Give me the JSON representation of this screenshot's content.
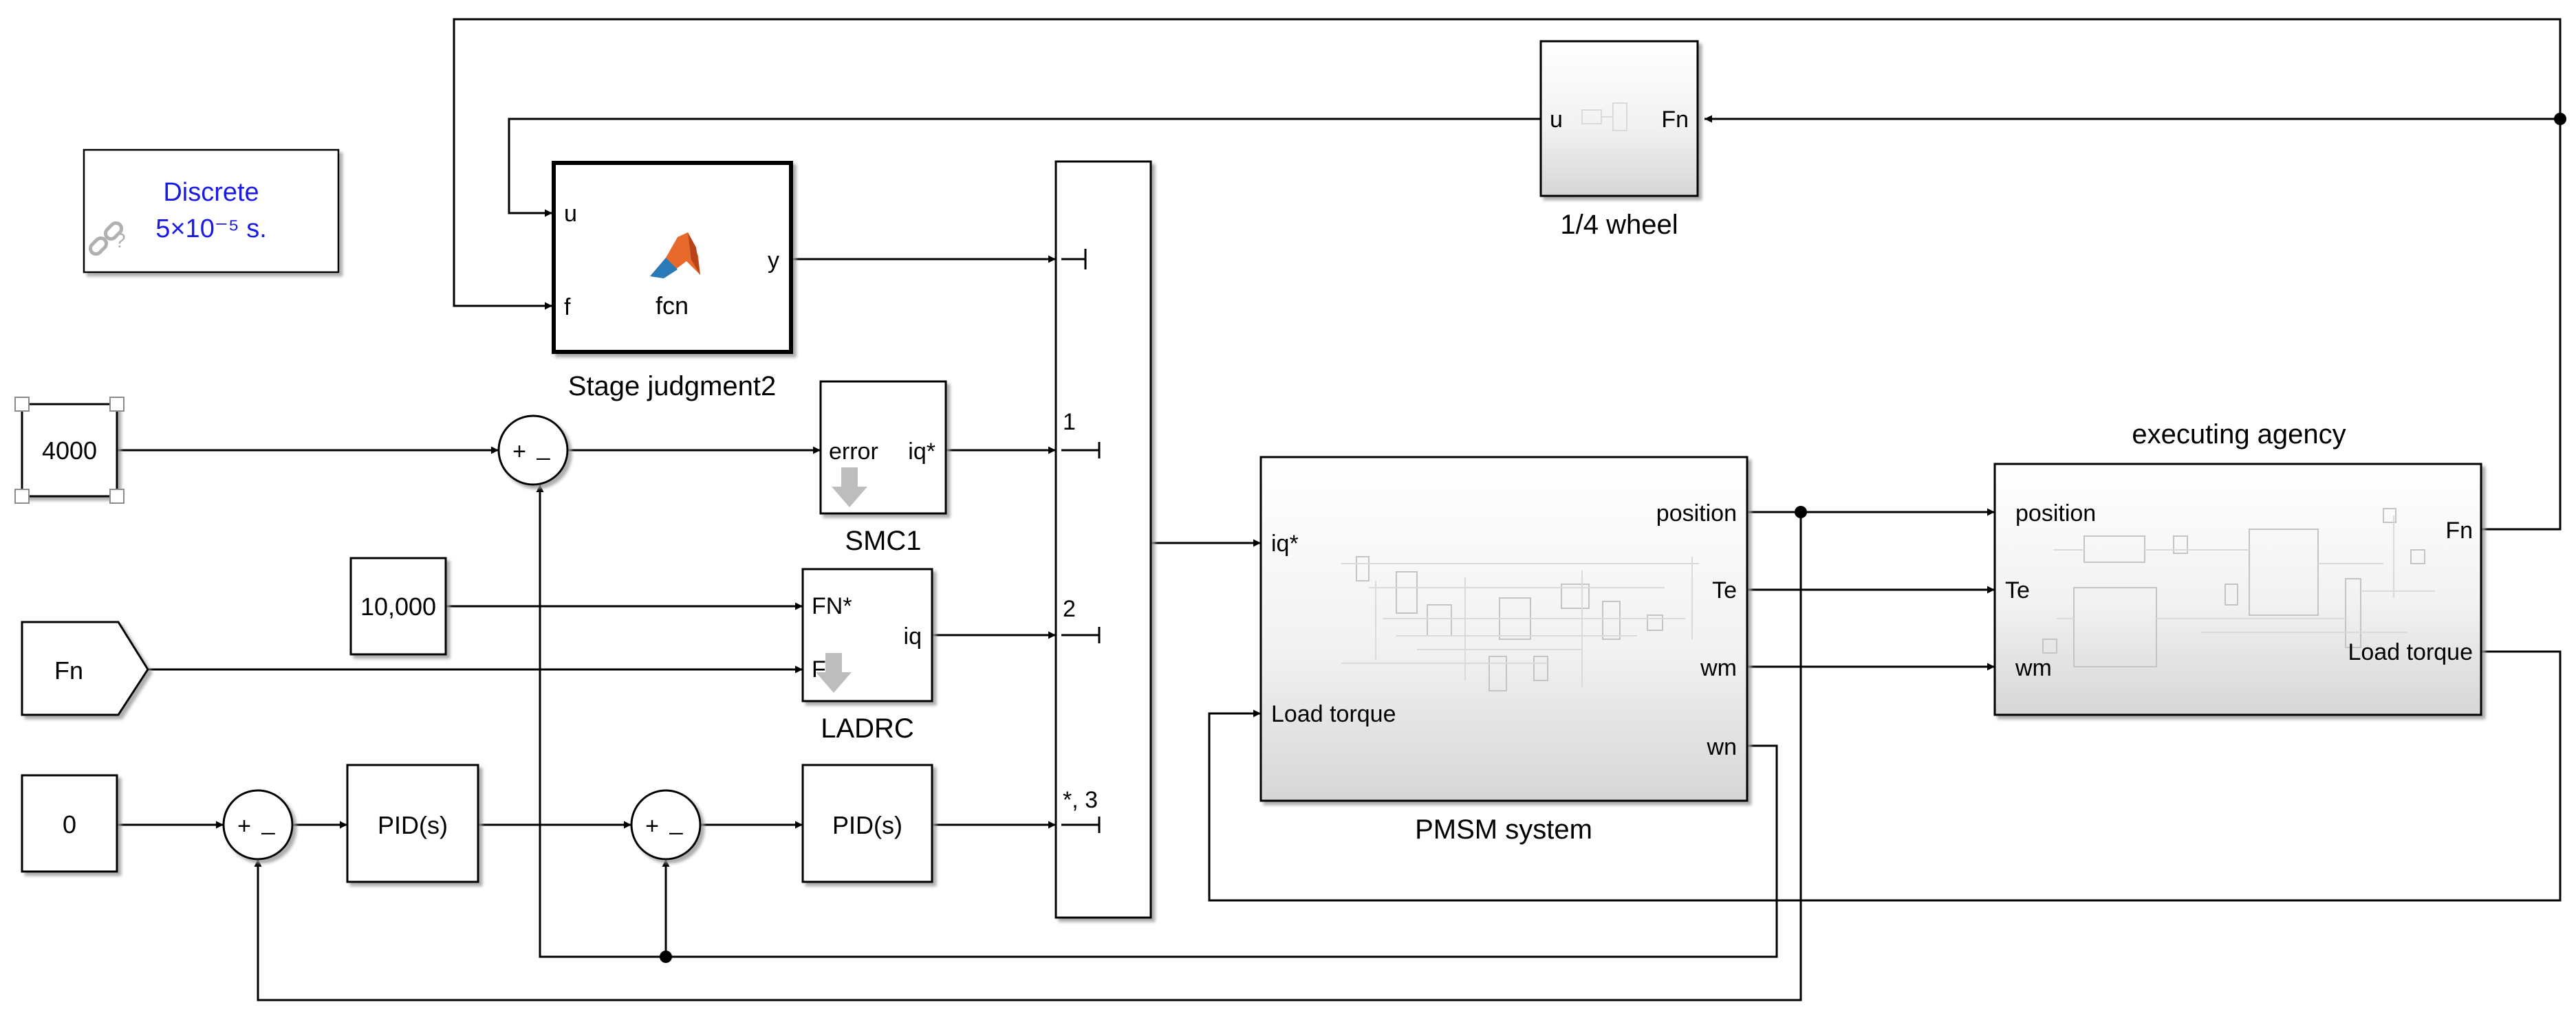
{
  "solver": {
    "line1": "Discrete",
    "line2": "5×10⁻⁵ s."
  },
  "constants": {
    "c1": "4000",
    "c2": "10,000",
    "c3": "0"
  },
  "goto_tag": "Fn",
  "stage_block": {
    "in1": "u",
    "in2": "f",
    "out": "y",
    "function": "fcn",
    "caption": "Stage judgment2"
  },
  "wheel_block": {
    "in": "u",
    "out": "Fn",
    "caption": "1/4 wheel"
  },
  "smc_block": {
    "in": "error",
    "out": "iq*",
    "caption": "SMC1"
  },
  "ladrc_block": {
    "in1": "FN*",
    "in2": "FN",
    "out": "iq",
    "caption": "LADRC"
  },
  "pid1": "PID(s)",
  "pid2": "PID(s)",
  "switch_labels": {
    "p1": "1",
    "p2": "2",
    "p3": "*, 3"
  },
  "pmsm_block": {
    "caption": "PMSM system",
    "in1": "iq*",
    "in2": "Load torque",
    "out1": "position",
    "out2": "Te",
    "out3": "wm",
    "out4": "wn"
  },
  "agency_block": {
    "caption": "executing agency",
    "in1": "position",
    "in2": "Te",
    "in3": "wm",
    "out1": "Fn",
    "out2": "Load torque"
  },
  "sum_signs": {
    "plus": "+",
    "minus": "_"
  },
  "colors": {
    "solver_text": "#1a1ae6",
    "block_border": "#000000",
    "block_gradient_end": "#d9d9d9",
    "line": "#000000",
    "matlab_orange": "#e8692c",
    "matlab_blue": "#2a7ab8"
  },
  "icons": [
    "link-icon",
    "matlab-logo-icon",
    "mask-arrow-icon"
  ]
}
